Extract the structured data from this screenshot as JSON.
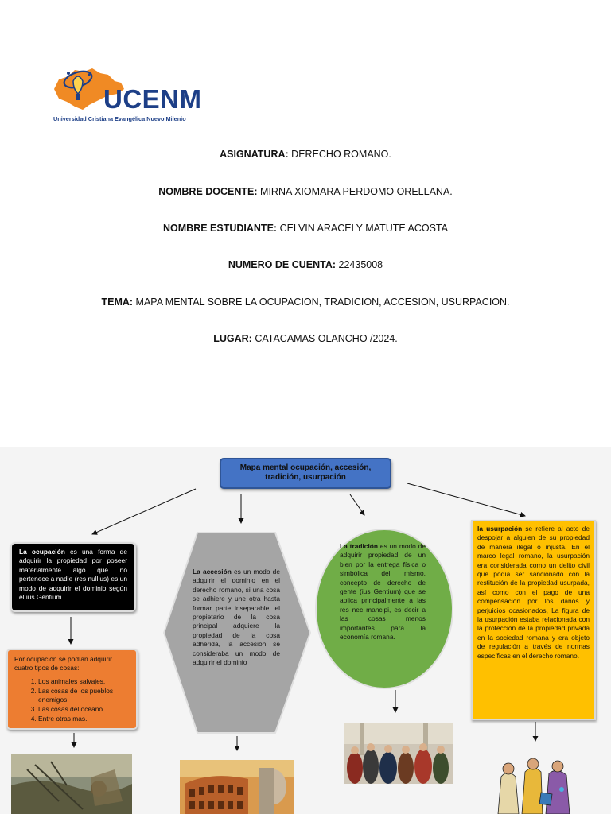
{
  "logo": {
    "wordmark": "UCENM",
    "subtitle": "Universidad Cristiana Evangélica Nuevo Milenio",
    "colors": {
      "orange": "#f08a24",
      "blue": "#1d3f87"
    }
  },
  "cover": {
    "asignatura": {
      "label": "ASIGNATURA:",
      "value": "DERECHO ROMANO."
    },
    "docente": {
      "label": "NOMBRE DOCENTE:",
      "value": "MIRNA XIOMARA PERDOMO ORELLANA."
    },
    "estudiante": {
      "label": "NOMBRE ESTUDIANTE:",
      "value": "CELVIN ARACELY MATUTE ACOSTA"
    },
    "cuenta": {
      "label": "NUMERO DE CUENTA:",
      "value": "22435008"
    },
    "tema": {
      "label": "TEMA:",
      "value": "MAPA MENTAL SOBRE LA OCUPACION, TRADICION, ACCESION, USURPACION."
    },
    "lugar": {
      "label": "LUGAR:",
      "value": "CATACAMAS OLANCHO /2024."
    }
  },
  "map": {
    "title_line1": "Mapa mental ocupación, accesión,",
    "title_line2": "tradición, usurpación",
    "ocupacion": {
      "term": "La ocupación",
      "text": " es una forma de adquirir la propiedad por poseer materialmente algo que no pertenece a nadie (res nullius) es un modo de adquirir el dominio según el ius Gentium."
    },
    "ocupacion_list": {
      "intro": "Por ocupación se podían adquirir cuatro tipos de cosas:",
      "items": [
        "Los animales salvajes.",
        "Las cosas de los pueblos enemigos.",
        "Las cosas del océano.",
        "Entre otras mas."
      ]
    },
    "accesion": {
      "term": "La accesión",
      "text": " es un modo de adquirir el dominio en el derecho romano, si una cosa se adhiere y une otra hasta formar parte inseparable, el propietario de la cosa principal adquiere la propiedad de la cosa adherida, la accesión se consideraba un modo de adquirir el dominio"
    },
    "tradicion": {
      "term": "La tradición",
      "text": " es un modo de adquirir propiedad de un bien por la entrega física o simbólica del mismo, concepto de derecho de gente (ius Gentium) que se aplica principalmente a las res nec mancipi, es decir a las cosas menos importantes para la economía romana."
    },
    "usurpacion": {
      "term": "la usurpación",
      "text": " se refiere al acto de despojar a alguien de su propiedad de manera ilegal o injusta. En el marco legal romano, la usurpación era considerada como un delito civil que podía ser sancionado con la restitución de la propiedad usurpada, así como con el pago de una compensación por los daños y perjuicios ocasionados, La figura de la usurpación estaba relacionada con la protección de la propiedad privada en la sociedad romana y era objeto de regulación a través de normas específicas en el derecho romano."
    },
    "colors": {
      "title": "#4473c5",
      "ocupacion": "#000000",
      "ocupacion_list": "#ed7d31",
      "accesion": "#a5a5a5",
      "tradicion": "#70ad47",
      "usurpacion": "#ffc000"
    },
    "images": [
      "ocupacion-picture",
      "colosseum-picture",
      "romans-crowd-picture",
      "romans-figures-picture"
    ]
  }
}
